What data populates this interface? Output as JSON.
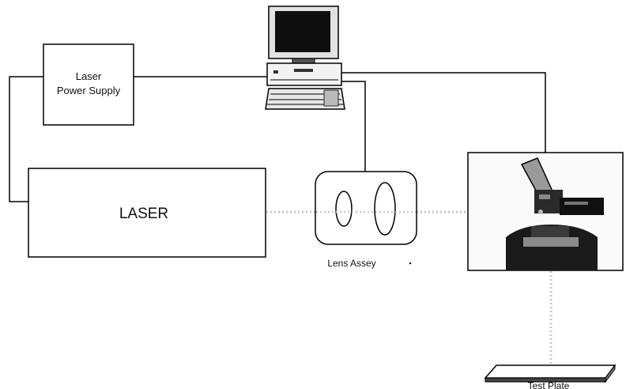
{
  "diagram": {
    "power_supply": {
      "line1": "Laser",
      "line2": "Power Supply"
    },
    "laser": {
      "label": "LASER"
    },
    "lens_assembly": {
      "label": "Lens Assey"
    },
    "test_plate": {
      "label": "Test Plate"
    }
  },
  "colors": {
    "stroke": "#000000",
    "beam": "#c8c8c8",
    "photo_dark": "#1a1a1a"
  }
}
